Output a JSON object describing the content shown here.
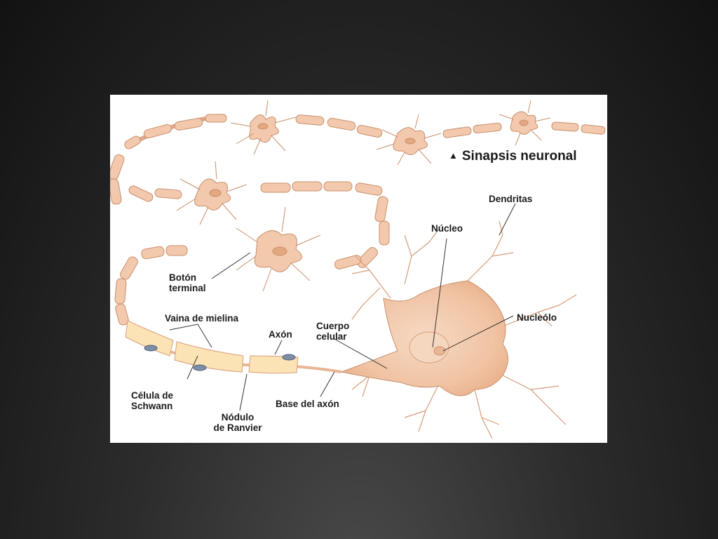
{
  "diagram": {
    "title": "Sinapsis neuronal",
    "labels": {
      "dendritas": "Dendritas",
      "nucleo": "Núcleo",
      "nucleolo": "Nucleólo",
      "boton_line1": "Botón",
      "boton_line2": "terminal",
      "vaina": "Vaina de mielina",
      "axon": "Axón",
      "cuerpo_line1": "Cuerpo",
      "cuerpo_line2": "celular",
      "celula_line1": "Célula de",
      "celula_line2": "Schwann",
      "nodulo_line1": "Nódulo",
      "nodulo_line2": "de Ranvier",
      "base": "Base del axón"
    },
    "colors": {
      "slide_bg": "#1f1f1f",
      "neuron_fill": "#f2c9ad",
      "neuron_stroke": "#c98f6c",
      "myelin": "#fbe3b6",
      "schwann_nucleus": "#7d8fa8",
      "leader_line": "#333333"
    }
  }
}
